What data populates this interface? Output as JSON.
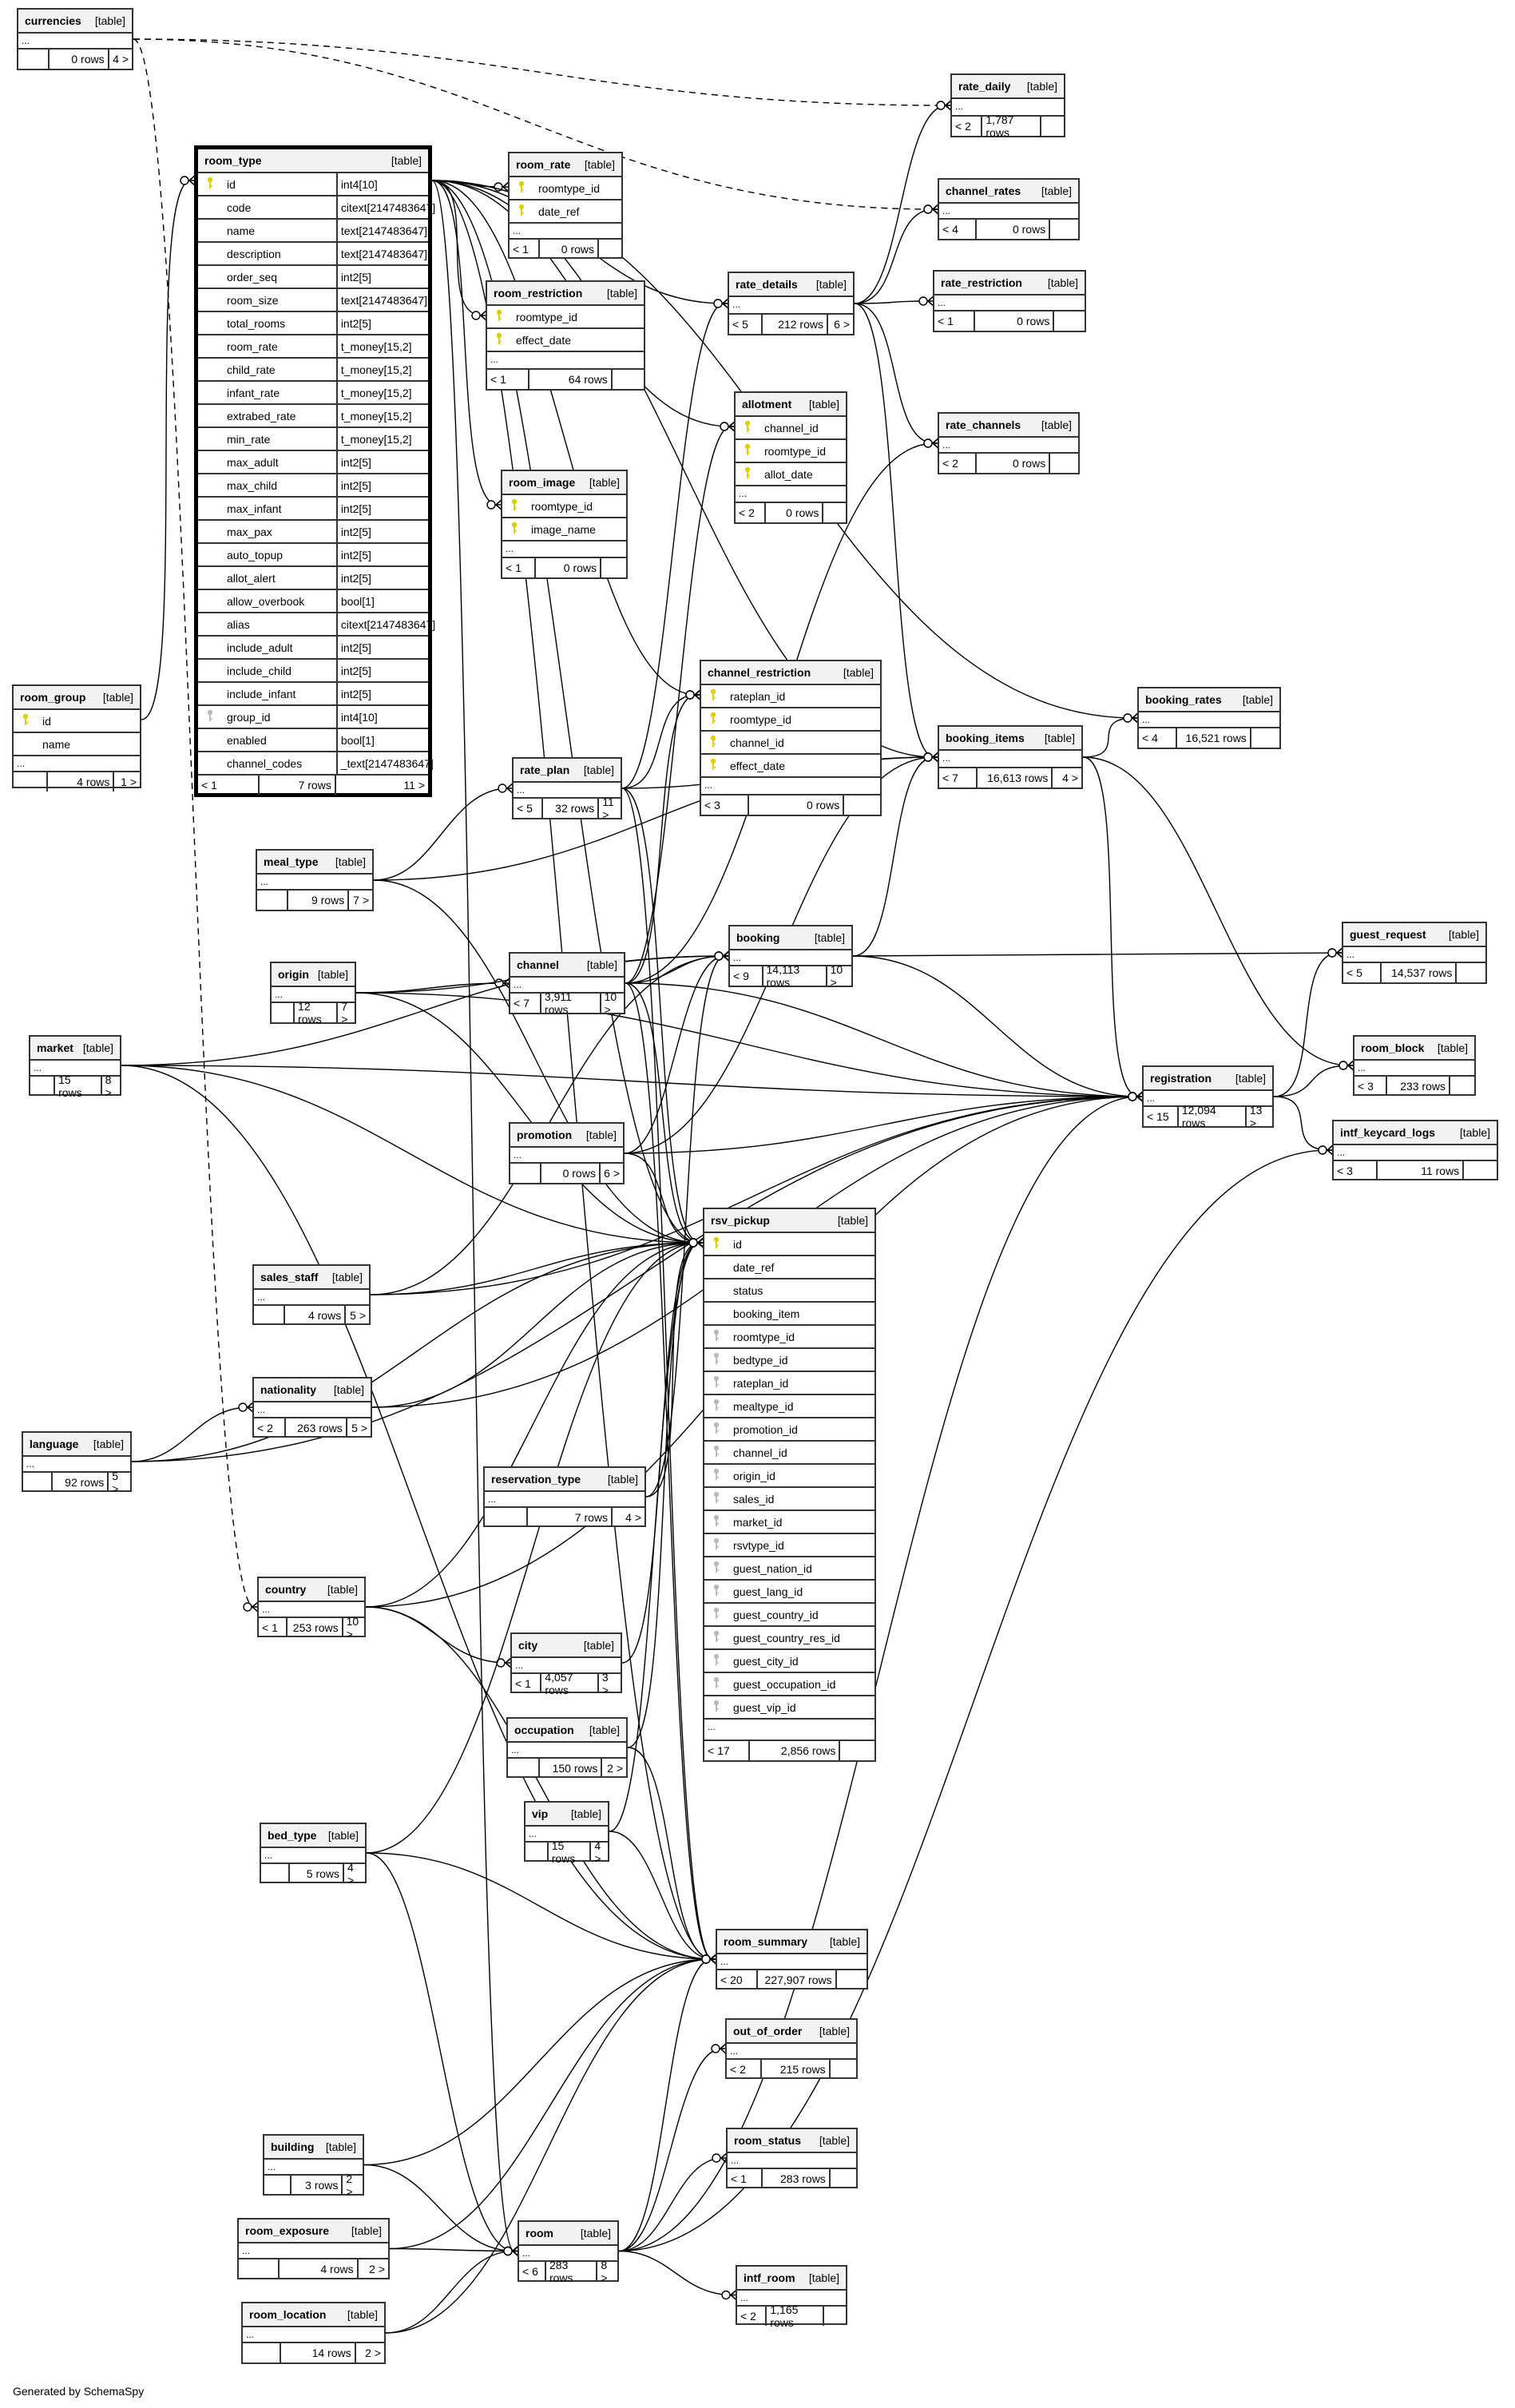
{
  "footer": "Generated by SchemaSpy",
  "table_tag": "[table]",
  "ellipsis": "...",
  "tables": {
    "currencies": {
      "name": "currencies",
      "parents": "",
      "rows": "0 rows",
      "children": "4 >"
    },
    "room_type": {
      "name": "room_type",
      "parents": "< 1",
      "rows": "7 rows",
      "children": "11 >",
      "focus": true,
      "columns": [
        {
          "name": "id",
          "type": "int4[10]",
          "key": "pk"
        },
        {
          "name": "code",
          "type": "citext[2147483647]",
          "key": "none"
        },
        {
          "name": "name",
          "type": "text[2147483647]",
          "key": "none"
        },
        {
          "name": "description",
          "type": "text[2147483647]",
          "key": "none"
        },
        {
          "name": "order_seq",
          "type": "int2[5]",
          "key": "none"
        },
        {
          "name": "room_size",
          "type": "text[2147483647]",
          "key": "none"
        },
        {
          "name": "total_rooms",
          "type": "int2[5]",
          "key": "none"
        },
        {
          "name": "room_rate",
          "type": "t_money[15,2]",
          "key": "none"
        },
        {
          "name": "child_rate",
          "type": "t_money[15,2]",
          "key": "none"
        },
        {
          "name": "infant_rate",
          "type": "t_money[15,2]",
          "key": "none"
        },
        {
          "name": "extrabed_rate",
          "type": "t_money[15,2]",
          "key": "none"
        },
        {
          "name": "min_rate",
          "type": "t_money[15,2]",
          "key": "none"
        },
        {
          "name": "max_adult",
          "type": "int2[5]",
          "key": "none"
        },
        {
          "name": "max_child",
          "type": "int2[5]",
          "key": "none"
        },
        {
          "name": "max_infant",
          "type": "int2[5]",
          "key": "none"
        },
        {
          "name": "max_pax",
          "type": "int2[5]",
          "key": "none"
        },
        {
          "name": "auto_topup",
          "type": "int2[5]",
          "key": "none"
        },
        {
          "name": "allot_alert",
          "type": "int2[5]",
          "key": "none"
        },
        {
          "name": "allow_overbook",
          "type": "bool[1]",
          "key": "none"
        },
        {
          "name": "alias",
          "type": "citext[2147483647]",
          "key": "none"
        },
        {
          "name": "include_adult",
          "type": "int2[5]",
          "key": "none"
        },
        {
          "name": "include_child",
          "type": "int2[5]",
          "key": "none"
        },
        {
          "name": "include_infant",
          "type": "int2[5]",
          "key": "none"
        },
        {
          "name": "group_id",
          "type": "int4[10]",
          "key": "fk"
        },
        {
          "name": "enabled",
          "type": "bool[1]",
          "key": "none"
        },
        {
          "name": "channel_codes",
          "type": "_text[2147483647]",
          "key": "none"
        }
      ]
    },
    "room_rate": {
      "name": "room_rate",
      "parents": "< 1",
      "rows": "0 rows",
      "children": "",
      "columns": [
        {
          "name": "roomtype_id",
          "key": "pk"
        },
        {
          "name": "date_ref",
          "key": "pk"
        }
      ]
    },
    "room_restriction": {
      "name": "room_restriction",
      "parents": "< 1",
      "rows": "64 rows",
      "children": "",
      "columns": [
        {
          "name": "roomtype_id",
          "key": "pk"
        },
        {
          "name": "effect_date",
          "key": "pk"
        }
      ]
    },
    "room_image": {
      "name": "room_image",
      "parents": "< 1",
      "rows": "0 rows",
      "children": "",
      "columns": [
        {
          "name": "roomtype_id",
          "key": "pk"
        },
        {
          "name": "image_name",
          "key": "pk"
        }
      ]
    },
    "rate_details": {
      "name": "rate_details",
      "parents": "< 5",
      "rows": "212 rows",
      "children": "6 >"
    },
    "allotment": {
      "name": "allotment",
      "parents": "< 2",
      "rows": "0 rows",
      "children": "",
      "columns": [
        {
          "name": "channel_id",
          "key": "pk"
        },
        {
          "name": "roomtype_id",
          "key": "pk"
        },
        {
          "name": "allot_date",
          "key": "pk"
        }
      ]
    },
    "rate_daily": {
      "name": "rate_daily",
      "parents": "< 2",
      "rows": "1,787 rows",
      "children": ""
    },
    "channel_rates": {
      "name": "channel_rates",
      "parents": "< 4",
      "rows": "0 rows",
      "children": ""
    },
    "rate_restriction": {
      "name": "rate_restriction",
      "parents": "< 1",
      "rows": "0 rows",
      "children": ""
    },
    "rate_channels": {
      "name": "rate_channels",
      "parents": "< 2",
      "rows": "0 rows",
      "children": ""
    },
    "channel_restriction": {
      "name": "channel_restriction",
      "parents": "< 3",
      "rows": "0 rows",
      "children": "",
      "columns": [
        {
          "name": "rateplan_id",
          "key": "pk"
        },
        {
          "name": "roomtype_id",
          "key": "pk"
        },
        {
          "name": "channel_id",
          "key": "pk"
        },
        {
          "name": "effect_date",
          "key": "pk"
        }
      ]
    },
    "booking_items": {
      "name": "booking_items",
      "parents": "< 7",
      "rows": "16,613 rows",
      "children": "4 >"
    },
    "booking_rates": {
      "name": "booking_rates",
      "parents": "< 4",
      "rows": "16,521 rows",
      "children": ""
    },
    "room_group": {
      "name": "room_group",
      "parents": "",
      "rows": "4 rows",
      "children": "1 >",
      "columns": [
        {
          "name": "id",
          "key": "pk"
        },
        {
          "name": "name",
          "key": "none"
        }
      ]
    },
    "rate_plan": {
      "name": "rate_plan",
      "parents": "< 5",
      "rows": "32 rows",
      "children": "11 >"
    },
    "meal_type": {
      "name": "meal_type",
      "parents": "",
      "rows": "9 rows",
      "children": "7 >"
    },
    "booking": {
      "name": "booking",
      "parents": "< 9",
      "rows": "14,113 rows",
      "children": "10 >"
    },
    "origin": {
      "name": "origin",
      "parents": "",
      "rows": "12 rows",
      "children": "7 >"
    },
    "channel": {
      "name": "channel",
      "parents": "< 7",
      "rows": "3,911 rows",
      "children": "10 >"
    },
    "guest_request": {
      "name": "guest_request",
      "parents": "< 5",
      "rows": "14,537 rows",
      "children": ""
    },
    "market": {
      "name": "market",
      "parents": "",
      "rows": "15 rows",
      "children": "8 >"
    },
    "room_block": {
      "name": "room_block",
      "parents": "< 3",
      "rows": "233 rows",
      "children": ""
    },
    "registration": {
      "name": "registration",
      "parents": "< 15",
      "rows": "12,094 rows",
      "children": "13 >"
    },
    "promotion": {
      "name": "promotion",
      "parents": "",
      "rows": "0 rows",
      "children": "6 >"
    },
    "intf_keycard_logs": {
      "name": "intf_keycard_logs",
      "parents": "< 3",
      "rows": "11 rows",
      "children": ""
    },
    "rsv_pickup": {
      "name": "rsv_pickup",
      "parents": "< 17",
      "rows": "2,856 rows",
      "children": "",
      "columns": [
        {
          "name": "id",
          "key": "pk"
        },
        {
          "name": "date_ref",
          "key": "none"
        },
        {
          "name": "status",
          "key": "none"
        },
        {
          "name": "booking_item",
          "key": "none"
        },
        {
          "name": "roomtype_id",
          "key": "fk"
        },
        {
          "name": "bedtype_id",
          "key": "fk"
        },
        {
          "name": "rateplan_id",
          "key": "fk"
        },
        {
          "name": "mealtype_id",
          "key": "fk"
        },
        {
          "name": "promotion_id",
          "key": "fk"
        },
        {
          "name": "channel_id",
          "key": "fk"
        },
        {
          "name": "origin_id",
          "key": "fk"
        },
        {
          "name": "sales_id",
          "key": "fk"
        },
        {
          "name": "market_id",
          "key": "fk"
        },
        {
          "name": "rsvtype_id",
          "key": "fk"
        },
        {
          "name": "guest_nation_id",
          "key": "fk"
        },
        {
          "name": "guest_lang_id",
          "key": "fk"
        },
        {
          "name": "guest_country_id",
          "key": "fk"
        },
        {
          "name": "guest_country_res_id",
          "key": "fk"
        },
        {
          "name": "guest_city_id",
          "key": "fk"
        },
        {
          "name": "guest_occupation_id",
          "key": "fk"
        },
        {
          "name": "guest_vip_id",
          "key": "fk"
        }
      ]
    },
    "sales_staff": {
      "name": "sales_staff",
      "parents": "",
      "rows": "4 rows",
      "children": "5 >"
    },
    "nationality": {
      "name": "nationality",
      "parents": "< 2",
      "rows": "263 rows",
      "children": "5 >"
    },
    "language": {
      "name": "language",
      "parents": "",
      "rows": "92 rows",
      "children": "5 >"
    },
    "reservation_type": {
      "name": "reservation_type",
      "parents": "",
      "rows": "7 rows",
      "children": "4 >"
    },
    "country": {
      "name": "country",
      "parents": "< 1",
      "rows": "253 rows",
      "children": "10 >"
    },
    "city": {
      "name": "city",
      "parents": "< 1",
      "rows": "4,057 rows",
      "children": "3 >"
    },
    "occupation": {
      "name": "occupation",
      "parents": "",
      "rows": "150 rows",
      "children": "2 >"
    },
    "vip": {
      "name": "vip",
      "parents": "",
      "rows": "15 rows",
      "children": "4 >"
    },
    "bed_type": {
      "name": "bed_type",
      "parents": "",
      "rows": "5 rows",
      "children": "4 >"
    },
    "room_summary": {
      "name": "room_summary",
      "parents": "< 20",
      "rows": "227,907 rows",
      "children": ""
    },
    "out_of_order": {
      "name": "out_of_order",
      "parents": "< 2",
      "rows": "215 rows",
      "children": ""
    },
    "building": {
      "name": "building",
      "parents": "",
      "rows": "3 rows",
      "children": "2 >"
    },
    "room_status": {
      "name": "room_status",
      "parents": "< 1",
      "rows": "283 rows",
      "children": ""
    },
    "room_exposure": {
      "name": "room_exposure",
      "parents": "",
      "rows": "4 rows",
      "children": "2 >"
    },
    "room": {
      "name": "room",
      "parents": "< 6",
      "rows": "283 rows",
      "children": "8 >"
    },
    "intf_room": {
      "name": "intf_room",
      "parents": "< 2",
      "rows": "1,165 rows",
      "children": ""
    },
    "room_location": {
      "name": "room_location",
      "parents": "",
      "rows": "14 rows",
      "children": "2 >"
    }
  },
  "relationships": [
    {
      "from": "currencies",
      "to": "rate_daily",
      "implied": true
    },
    {
      "from": "currencies",
      "to": "channel_rates",
      "implied": true
    },
    {
      "from": "currencies",
      "to": "country",
      "implied": true
    },
    {
      "from": "room_group",
      "to": "room_type"
    },
    {
      "from": "room_type",
      "to": "room_rate"
    },
    {
      "from": "room_type",
      "to": "room_restriction"
    },
    {
      "from": "room_type",
      "to": "room_image"
    },
    {
      "from": "room_type",
      "to": "allotment"
    },
    {
      "from": "room_type",
      "to": "rate_details"
    },
    {
      "from": "room_type",
      "to": "channel_restriction"
    },
    {
      "from": "room_type",
      "to": "booking_items"
    },
    {
      "from": "room_type",
      "to": "rsv_pickup"
    },
    {
      "from": "room_type",
      "to": "room_summary"
    },
    {
      "from": "room_type",
      "to": "room"
    },
    {
      "from": "room_type",
      "to": "booking_rates"
    },
    {
      "from": "rate_plan",
      "to": "rate_details"
    },
    {
      "from": "rate_plan",
      "to": "channel_restriction"
    },
    {
      "from": "rate_plan",
      "to": "booking_items"
    },
    {
      "from": "rate_plan",
      "to": "rsv_pickup"
    },
    {
      "from": "rate_plan",
      "to": "room_summary"
    },
    {
      "from": "rate_details",
      "to": "rate_daily"
    },
    {
      "from": "rate_details",
      "to": "channel_rates"
    },
    {
      "from": "rate_details",
      "to": "rate_restriction"
    },
    {
      "from": "rate_details",
      "to": "rate_channels"
    },
    {
      "from": "rate_details",
      "to": "booking_items"
    },
    {
      "from": "channel",
      "to": "allotment"
    },
    {
      "from": "channel",
      "to": "channel_restriction"
    },
    {
      "from": "channel",
      "to": "rate_channels"
    },
    {
      "from": "channel",
      "to": "booking"
    },
    {
      "from": "channel",
      "to": "registration"
    },
    {
      "from": "channel",
      "to": "rsv_pickup"
    },
    {
      "from": "channel",
      "to": "room_summary"
    },
    {
      "from": "booking",
      "to": "booking_items"
    },
    {
      "from": "booking",
      "to": "guest_request"
    },
    {
      "from": "booking",
      "to": "registration"
    },
    {
      "from": "booking_items",
      "to": "booking_rates"
    },
    {
      "from": "booking_items",
      "to": "registration"
    },
    {
      "from": "booking_items",
      "to": "room_block"
    },
    {
      "from": "registration",
      "to": "guest_request"
    },
    {
      "from": "registration",
      "to": "room_block"
    },
    {
      "from": "registration",
      "to": "intf_keycard_logs"
    },
    {
      "from": "meal_type",
      "to": "rate_plan"
    },
    {
      "from": "meal_type",
      "to": "booking_items"
    },
    {
      "from": "meal_type",
      "to": "rsv_pickup"
    },
    {
      "from": "origin",
      "to": "channel"
    },
    {
      "from": "origin",
      "to": "booking"
    },
    {
      "from": "origin",
      "to": "registration"
    },
    {
      "from": "origin",
      "to": "rsv_pickup"
    },
    {
      "from": "market",
      "to": "booking"
    },
    {
      "from": "market",
      "to": "registration"
    },
    {
      "from": "market",
      "to": "rsv_pickup"
    },
    {
      "from": "market",
      "to": "room_summary"
    },
    {
      "from": "promotion",
      "to": "booking"
    },
    {
      "from": "promotion",
      "to": "booking_items"
    },
    {
      "from": "promotion",
      "to": "registration"
    },
    {
      "from": "promotion",
      "to": "rsv_pickup"
    },
    {
      "from": "sales_staff",
      "to": "booking"
    },
    {
      "from": "sales_staff",
      "to": "registration"
    },
    {
      "from": "sales_staff",
      "to": "rsv_pickup"
    },
    {
      "from": "nationality",
      "to": "registration"
    },
    {
      "from": "nationality",
      "to": "rsv_pickup"
    },
    {
      "from": "language",
      "to": "nationality"
    },
    {
      "from": "language",
      "to": "registration"
    },
    {
      "from": "language",
      "to": "rsv_pickup"
    },
    {
      "from": "reservation_type",
      "to": "booking"
    },
    {
      "from": "reservation_type",
      "to": "rsv_pickup"
    },
    {
      "from": "country",
      "to": "city"
    },
    {
      "from": "country",
      "to": "registration"
    },
    {
      "from": "country",
      "to": "rsv_pickup"
    },
    {
      "from": "country",
      "to": "room_summary"
    },
    {
      "from": "city",
      "to": "rsv_pickup"
    },
    {
      "from": "occupation",
      "to": "rsv_pickup"
    },
    {
      "from": "occupation",
      "to": "room_summary"
    },
    {
      "from": "vip",
      "to": "rsv_pickup"
    },
    {
      "from": "vip",
      "to": "room_summary"
    },
    {
      "from": "bed_type",
      "to": "rsv_pickup"
    },
    {
      "from": "bed_type",
      "to": "room"
    },
    {
      "from": "bed_type",
      "to": "room_summary"
    },
    {
      "from": "building",
      "to": "room"
    },
    {
      "from": "building",
      "to": "room_summary"
    },
    {
      "from": "room_exposure",
      "to": "room"
    },
    {
      "from": "room_exposure",
      "to": "room_summary"
    },
    {
      "from": "room_location",
      "to": "room"
    },
    {
      "from": "room_location",
      "to": "room_summary"
    },
    {
      "from": "room",
      "to": "room_summary"
    },
    {
      "from": "room",
      "to": "out_of_order"
    },
    {
      "from": "room",
      "to": "room_status"
    },
    {
      "from": "room",
      "to": "intf_room"
    },
    {
      "from": "room",
      "to": "registration"
    },
    {
      "from": "room",
      "to": "intf_keycard_logs"
    }
  ]
}
